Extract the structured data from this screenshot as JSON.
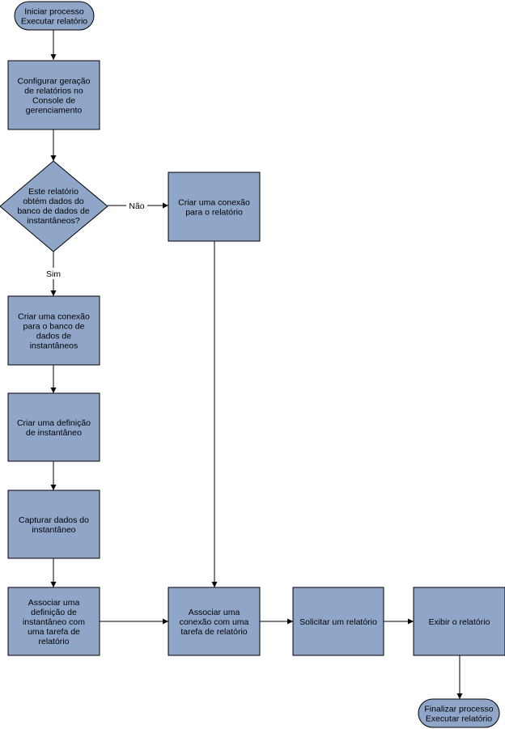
{
  "colors": {
    "node_fill": "#8fa6c9",
    "stroke": "#000000",
    "background": "#ffffff"
  },
  "nodes": {
    "start": {
      "lines": [
        "Iniciar processo",
        "Executar relatório"
      ]
    },
    "configure": {
      "lines": [
        "Configurar geração",
        "de relatórios no",
        "Console de",
        "gerenciamento"
      ]
    },
    "decision": {
      "lines": [
        "Este relatório",
        "obtém dados do",
        "banco de dados de",
        "instantâneos?"
      ]
    },
    "create_connection_report": {
      "lines": [
        "Criar uma conexão",
        "para o relatório"
      ]
    },
    "create_connection_snapshot": {
      "lines": [
        "Criar uma conexão",
        "para o banco de",
        "dados de",
        "instantâneos"
      ]
    },
    "create_snapshot_definition": {
      "lines": [
        "Criar uma definição",
        "de instantâneo"
      ]
    },
    "capture_snapshot_data": {
      "lines": [
        "Capturar dados do",
        "instantâneo"
      ]
    },
    "associate_definition": {
      "lines": [
        "Associar uma",
        "definição de",
        "instantâneo com",
        "uma tarefa de",
        "relatório"
      ]
    },
    "associate_connection": {
      "lines": [
        "Associar uma",
        "conexão com uma",
        "tarefa de relatório"
      ]
    },
    "request_report": {
      "lines": [
        "Solicitar um relatório"
      ]
    },
    "display_report": {
      "lines": [
        "Exibir o relatório"
      ]
    },
    "end": {
      "lines": [
        "Finalizar processo",
        "Executar relatório"
      ]
    }
  },
  "edge_labels": {
    "no": "Não",
    "yes": "Sim"
  }
}
